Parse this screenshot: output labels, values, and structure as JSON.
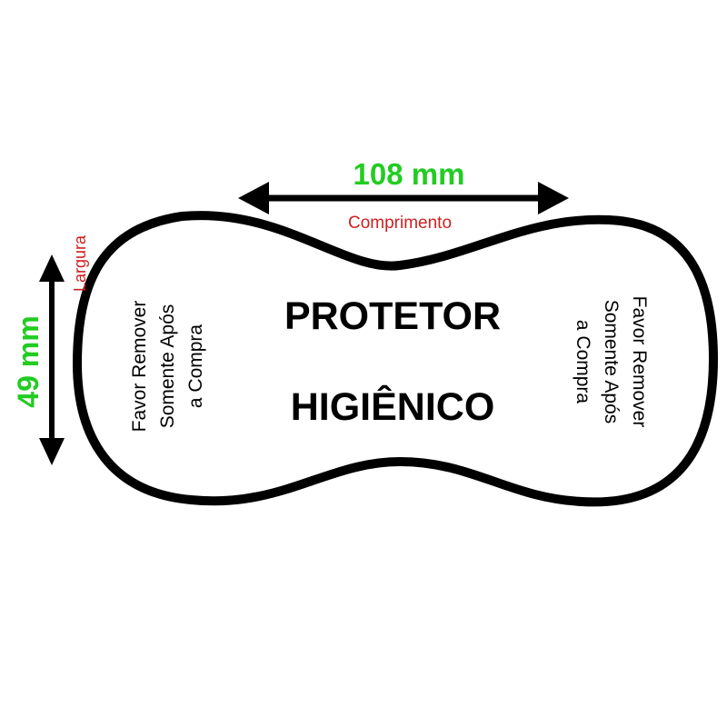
{
  "dimensions": {
    "length_value": "108 mm",
    "length_label": "Comprimento",
    "width_value": "49 mm",
    "width_label": "Largura"
  },
  "product": {
    "line1": "PROTETOR",
    "line2": "HIGIÊNICO"
  },
  "notice_left": {
    "line1": "Favor Remover",
    "line2": "Somente Após",
    "line3": "a Compra"
  },
  "notice_right": {
    "line1": "Favor Remover",
    "line2": "Somente Após",
    "line3": "a Compra"
  },
  "colors": {
    "value_green": "#22cc22",
    "label_red": "#cc2222",
    "outline": "#000000"
  }
}
